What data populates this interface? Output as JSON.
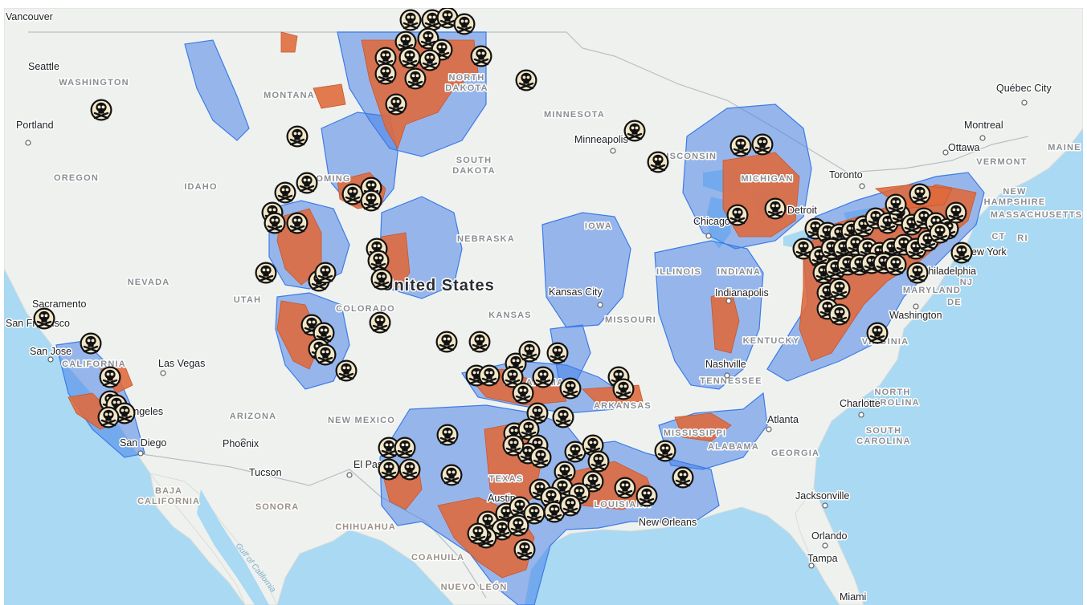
{
  "map": {
    "country_label": "United States",
    "colors": {
      "water": "#a9d9f3",
      "land": "#eef1ee",
      "shale_basin": "#3d7be8",
      "shale_play": "#e0693a",
      "marker_fill": "#f3e7c9",
      "marker_ring": "#111111"
    },
    "marker_icon": "skull-crossbones-icon",
    "states": [
      "WASHINGTON",
      "OREGON",
      "IDAHO",
      "MONTANA",
      "WYOMING",
      "NEVADA",
      "UTAH",
      "COLORADO",
      "CALIFORNIA",
      "ARIZONA",
      "NEW MEXICO",
      "NORTH DAKOTA",
      "SOUTH DAKOTA",
      "NEBRASKA",
      "KANSAS",
      "OKLAHOMA",
      "TEXAS",
      "MINNESOTA",
      "IOWA",
      "MISSOURI",
      "ARKANSAS",
      "LOUISIANA",
      "WISCONSIN",
      "ILLINOIS",
      "MICHIGAN",
      "INDIANA",
      "KENTUCKY",
      "TENNESSEE",
      "MISSISSIPPI",
      "ALABAMA",
      "GEORGIA",
      "NORTH CAROLINA",
      "SOUTH CAROLINA",
      "VIRGINIA",
      "MARYLAND",
      "NJ",
      "DE",
      "CT",
      "RI",
      "VERMONT",
      "NEW HAMPSHIRE",
      "MASSACHUSETTS",
      "MAINE"
    ],
    "regions": [
      "BAJA CALIFORNIA",
      "SONORA",
      "CHIHUAHUA",
      "COAHUILA",
      "NUEVO LEÓN"
    ],
    "water_labels": [
      "Gulf of California"
    ],
    "cities": [
      "Vancouver",
      "Seattle",
      "Portland",
      "Sacramento",
      "San Francisco",
      "San Jose",
      "Las Vegas",
      "Los Angeles",
      "San Diego",
      "Phoenix",
      "Tucson",
      "El Paso",
      "Minneapolis",
      "Kansas City",
      "Chicago",
      "Detroit",
      "Indianapolis",
      "Nashville",
      "Toronto",
      "Ottawa",
      "Montreal",
      "Québec City",
      "New York",
      "Philadelphia",
      "Washington",
      "Charlotte",
      "Atlanta",
      "Jacksonville",
      "Orlando",
      "Tampa",
      "Miami",
      "New Orleans",
      "Austin"
    ]
  }
}
